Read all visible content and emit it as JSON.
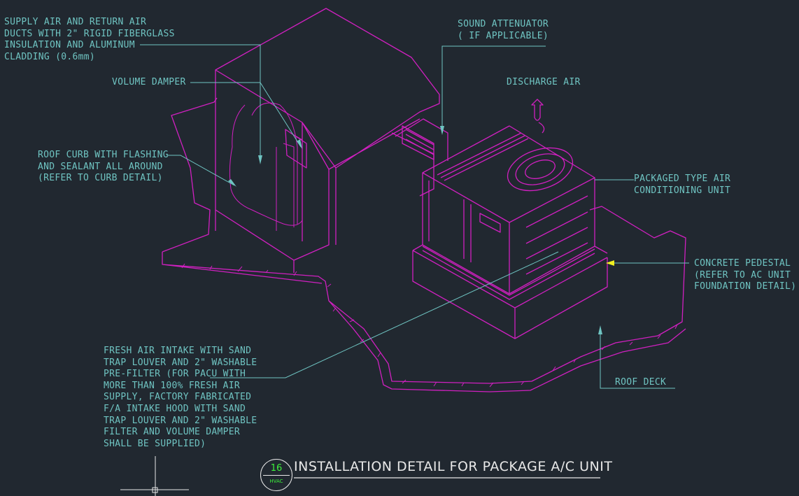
{
  "notes": {
    "supply_air": "SUPPLY AIR AND RETURN AIR\nDUCTS WITH 2\" RIGID FIBERGLASS\nINSULATION AND ALUMINUM\nCLADDING (0.6mm)",
    "volume_damper": "VOLUME DAMPER",
    "roof_curb": "ROOF CURB WITH FLASHING\nAND SEALANT ALL AROUND\n(REFER TO CURB DETAIL)",
    "sound_attenuator": "SOUND ATTENUATOR\n( IF APPLICABLE)",
    "discharge_air": "DISCHARGE AIR",
    "packaged_unit": "PACKAGED TYPE AIR\nCONDITIONING UNIT",
    "concrete_pedestal": "CONCRETE PEDESTAL\n(REFER TO AC UNIT\nFOUNDATION DETAIL)",
    "roof_deck": "ROOF DECK",
    "fresh_air": "FRESH AIR INTAKE WITH SAND\nTRAP LOUVER AND 2\" WASHABLE\nPRE-FILTER (FOR PACU WITH\nMORE THAN 100% FRESH AIR\nSUPPLY, FACTORY FABRICATED\nF/A INTAKE HOOD WITH SAND\nTRAP LOUVER AND 2\" WASHABLE\nFILTER AND VOLUME DAMPER\nSHALL BE SUPPLIED)"
  },
  "title": "INSTALLATION DETAIL FOR PACKAGE A/C UNIT",
  "detail_number": "16",
  "detail_sheet": "HVAC",
  "colors": {
    "background": "#212830",
    "geometry": "#d020c0",
    "leader": "#6fc4c2",
    "title": "#e8e8e8",
    "detail_number": "#3cf03c",
    "arrowhead": "#f0f020"
  }
}
